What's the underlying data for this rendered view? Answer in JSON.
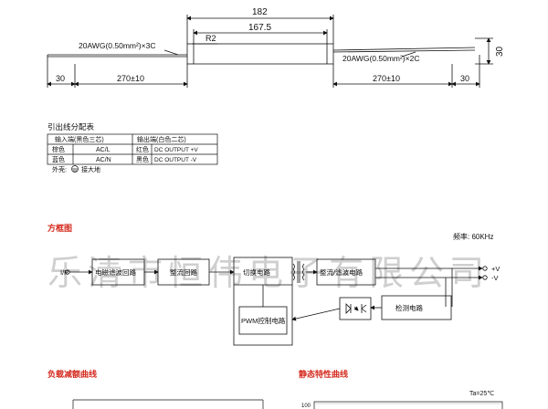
{
  "dimension_drawing": {
    "dim_total": "182",
    "dim_body": "167.5",
    "radius": "R2",
    "input_wire": "20AWG(0.50mm²)×3C",
    "output_wire": "20AWG(0.50mm²)×2C",
    "height": "30",
    "left_strip": "30",
    "left_lead": "270±10",
    "right_lead": "270±10",
    "right_strip": "30"
  },
  "wire_table": {
    "title": "引出线分配表",
    "input_header": "输入端(黑色三芯)",
    "output_header": "输出端(白色二芯)",
    "rows": [
      {
        "in_color": "棕色",
        "in_signal": "AC/L",
        "out_color": "红色",
        "out_signal": "DC OUTPUT +V"
      },
      {
        "in_color": "蓝色",
        "in_signal": "AC/N",
        "out_color": "黑色",
        "out_signal": "DC OUTPUT -V"
      }
    ],
    "shell_label": "外壳:",
    "shell_value": "接大地"
  },
  "block_diagram": {
    "title": "方框图",
    "frequency": "频率: 60KHz",
    "input_label": "I/P",
    "blocks": {
      "emi": "电磁滤波回路",
      "rectifier": "整流回路",
      "switch": "切换电路",
      "output_rect": "整流/滤波电路",
      "pwm": "PWM控制电路",
      "detect": "检测电路"
    },
    "out_pos": "+V",
    "out_neg": "-V"
  },
  "watermark": "乐清市恒伟电子有限公司",
  "bottom": {
    "derating_title": "负载减额曲线",
    "static_title": "静态特性曲线",
    "ta_label": "Ta=25℃",
    "y_tick": "100"
  }
}
